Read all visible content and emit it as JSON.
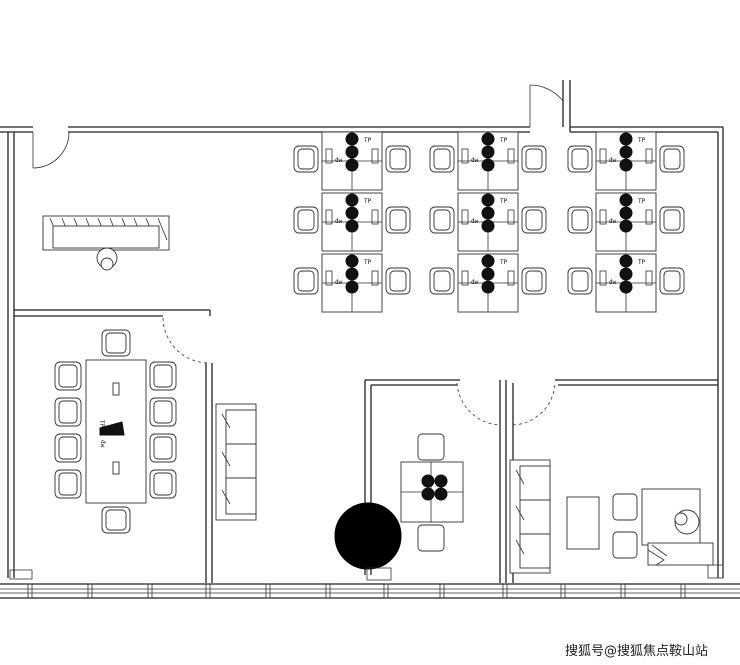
{
  "watermark": "搜狐号@搜狐焦点鞍山站",
  "outlet_labels": {
    "a": "TP",
    "b": "TP",
    "c": "dw",
    "d": "dw"
  }
}
